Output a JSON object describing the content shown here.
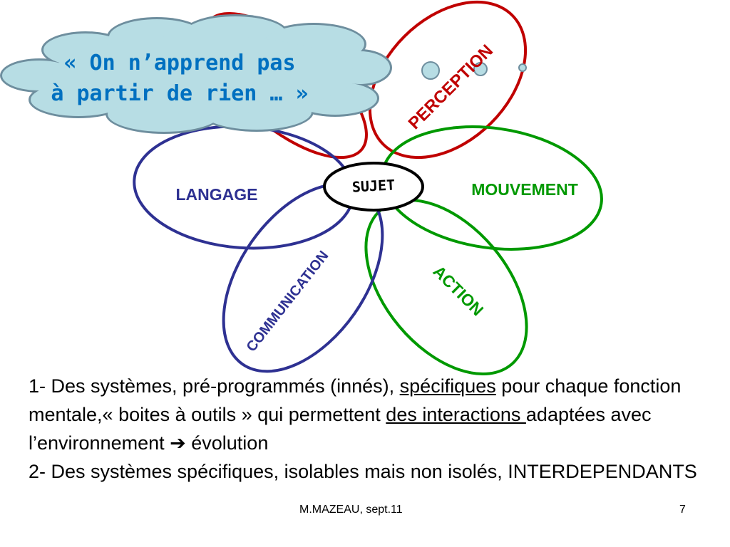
{
  "bubble": {
    "line1": "« On n’apprend pas",
    "line2": "à partir de rien … »"
  },
  "diagram": {
    "center": "SUJET",
    "petals": {
      "perception": "PERCEPTION",
      "mouvement": "MOUVEMENT",
      "action": "ACTION",
      "communication": "COMMUNICATION",
      "langage": "LANGAGE"
    },
    "colors": {
      "perception": "#c00000",
      "mouvement": "#009900",
      "action": "#009900",
      "communication": "#2e3192",
      "langage": "#2e3192",
      "bubble_fill": "#b7dde4",
      "bubble_stroke": "#6e8e9e",
      "bubble_text": "#0070c0"
    }
  },
  "text": {
    "p1_a": "1- Des systèmes, pré-programmés (innés), ",
    "p1_b": "spécifiques",
    "p1_c": " pour chaque fonction mentale,« boites à outils » qui permettent ",
    "p1_d": "des interactions ",
    "p1_e": "adaptées avec l’environnement ",
    "p1_arrow": "➔",
    "p1_f": " évolution",
    "p2": "2- Des systèmes spécifiques, isolables mais non isolés, INTERDEPENDANTS"
  },
  "footer": {
    "author": "M.MAZEAU, sept.11",
    "page": "7"
  }
}
